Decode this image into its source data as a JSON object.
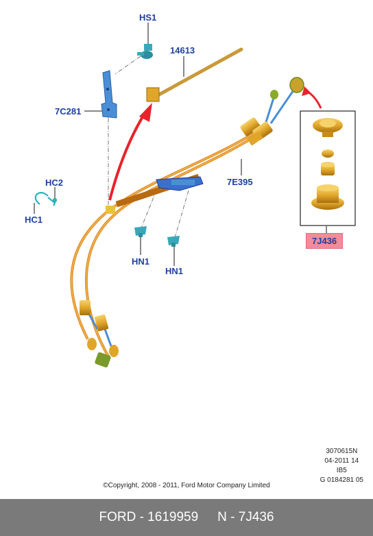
{
  "callouts": {
    "hs1": "HS1",
    "p14613": "14613",
    "p7c281": "7C281",
    "hc2": "HC2",
    "hc1": "HC1",
    "p7e395": "7E395",
    "hn1_left": "HN1",
    "hn1_right": "HN1",
    "p7j436": "7J436"
  },
  "info_block": {
    "line1": "3070615N",
    "line2": "04-2011 14",
    "line3": "IB5",
    "line4": "G 0184281 05"
  },
  "copyright": "©Copyright, 2008 - 2011, Ford Motor Company Limited",
  "footer": {
    "left": "FORD - 1619959",
    "right": "N - 7J436"
  },
  "colors": {
    "callout_text": "#1f3f9f",
    "highlight": "#f28b9b",
    "cable": "#e0912a",
    "bracket": "#4a8fd6",
    "arrow": "#e8232b",
    "footer_bg": "#7a7a7a"
  }
}
